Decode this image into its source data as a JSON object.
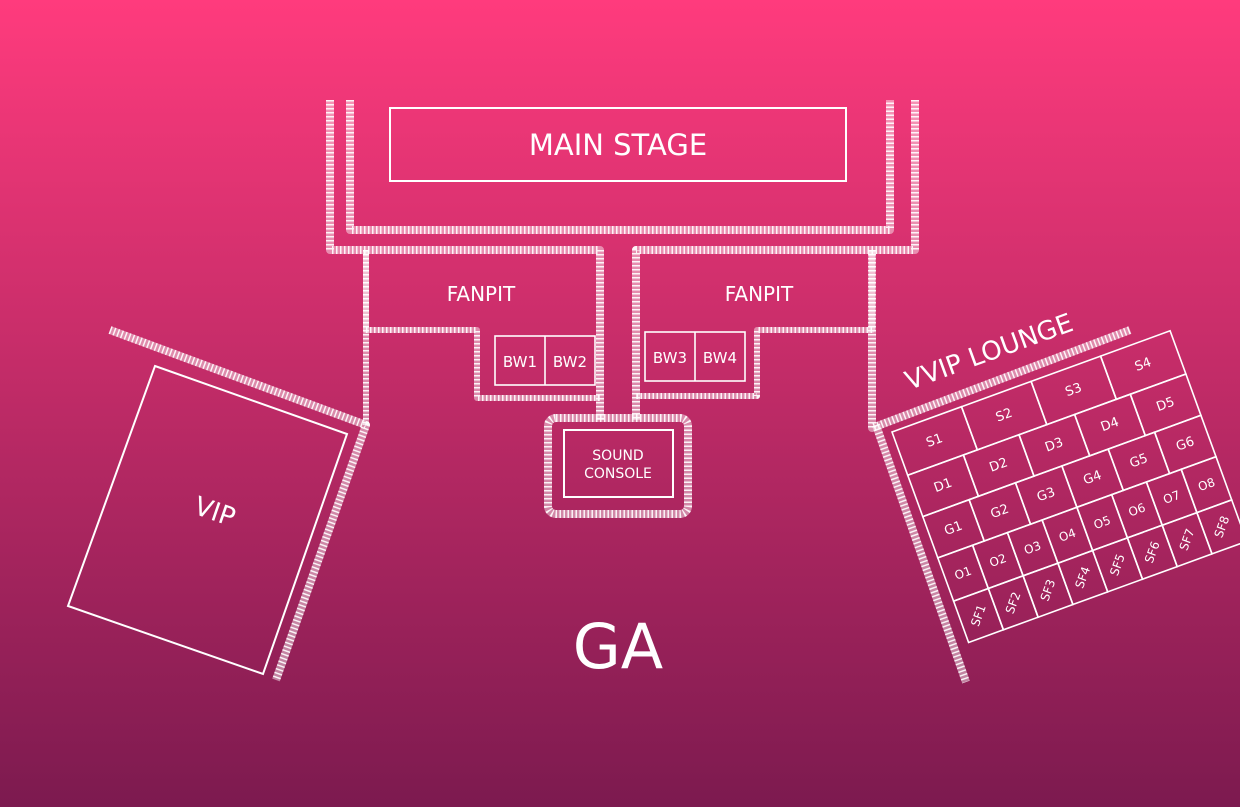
{
  "map": {
    "colors": {
      "top": "#ff3b7d",
      "bottom": "#7c1a4f",
      "line": "#ffffff"
    },
    "labels": {
      "main_stage": "MAIN STAGE",
      "fanpit_left": "FANPIT",
      "fanpit_right": "FANPIT",
      "bw1": "BW1",
      "bw2": "BW2",
      "bw3": "BW3",
      "bw4": "BW4",
      "sound_line1": "SOUND",
      "sound_line2": "CONSOLE",
      "vip": "VIP",
      "vvip_lounge": "VVIP LOUNGE",
      "ga": "GA"
    },
    "vvip_rows": [
      [
        "S1",
        "S2",
        "S3",
        "S4"
      ],
      [
        "D1",
        "D2",
        "D3",
        "D4",
        "D5"
      ],
      [
        "G1",
        "G2",
        "G3",
        "G4",
        "G5",
        "G6"
      ],
      [
        "O1",
        "O2",
        "O3",
        "O4",
        "O5",
        "O6",
        "O7",
        "O8"
      ],
      [
        "SF1",
        "SF2",
        "SF3",
        "SF4",
        "SF5",
        "SF6",
        "SF7",
        "SF8"
      ]
    ]
  }
}
